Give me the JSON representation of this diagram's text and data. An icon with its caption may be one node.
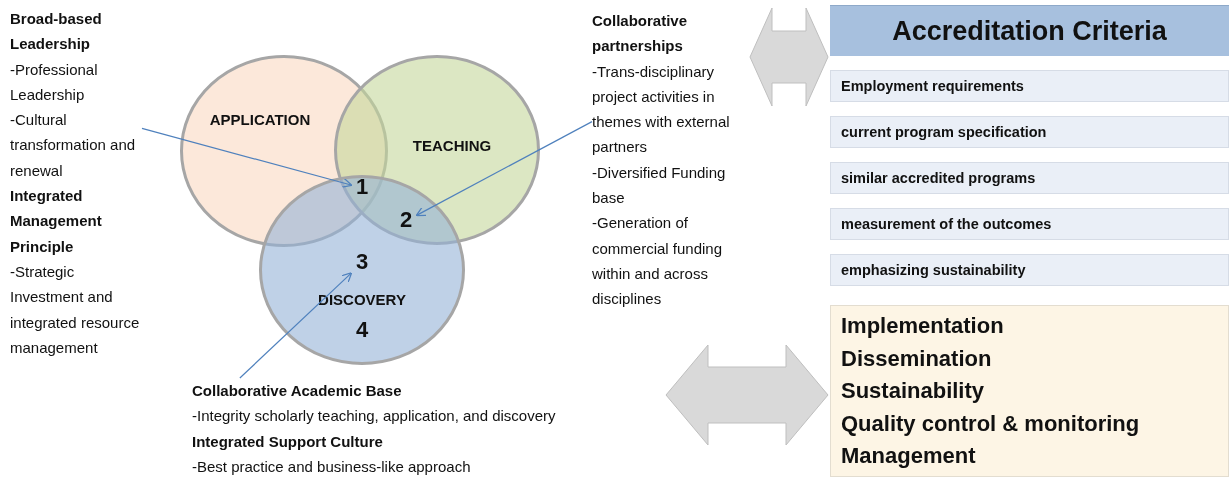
{
  "diagram": {
    "nodes": [
      {
        "text": [
          "Broad-based Leadership",
          "-Professional Leadership",
          "-Cultural transformation and renewal",
          "Integrated Management Principle",
          "-Strategic Investment and integrated resource management"
        ]
      },
      {
        "text": [
          "APPLICATION"
        ]
      },
      {
        "text": [
          "TEACHING"
        ]
      },
      {
        "text": [
          "DISCOVERY"
        ]
      },
      {
        "text": [
          "1"
        ]
      },
      {
        "text": [
          "2"
        ]
      },
      {
        "text": [
          "3"
        ],
        "in": 3
      },
      {
        "text": [
          "4"
        ],
        "in": 3
      },
      {
        "text": [
          "Collaborative partnerships",
          "-Trans-disciplinary project activities in themes with external partners",
          "-Diversified Funding base",
          "-Generation of commercial funding within and across disciplines"
        ]
      },
      {
        "text": [
          "Collaborative Academic Base",
          "-Integrity scholarly teaching, application, and discovery",
          "Integrated Support Culture",
          "-Best practice and business-like approach"
        ]
      },
      {
        "text": [
          "Accreditation Criteria"
        ]
      },
      {
        "text": [
          "Employment requirements"
        ]
      },
      {
        "text": [
          "current program specification"
        ]
      },
      {
        "text": [
          "similar accredited programs"
        ]
      },
      {
        "text": [
          "measurement of the outcomes"
        ]
      },
      {
        "text": [
          "emphasizing sustainability"
        ]
      },
      {
        "text": [
          "Implementation",
          "Dissemination",
          "Sustainability",
          "Quality control & monitoring",
          "Management"
        ]
      }
    ],
    "edges": [
      {
        "from": 0,
        "to": 4,
        "arrow": "to"
      },
      {
        "from": 8,
        "to": 5,
        "arrow": "to"
      },
      {
        "from": 9,
        "to": 6,
        "arrow": "to"
      },
      {
        "from": 8,
        "to": 10,
        "arrow": "both",
        "style": "thick"
      },
      {
        "from": 9,
        "to": 16,
        "arrow": "both",
        "style": "thick"
      }
    ]
  }
}
